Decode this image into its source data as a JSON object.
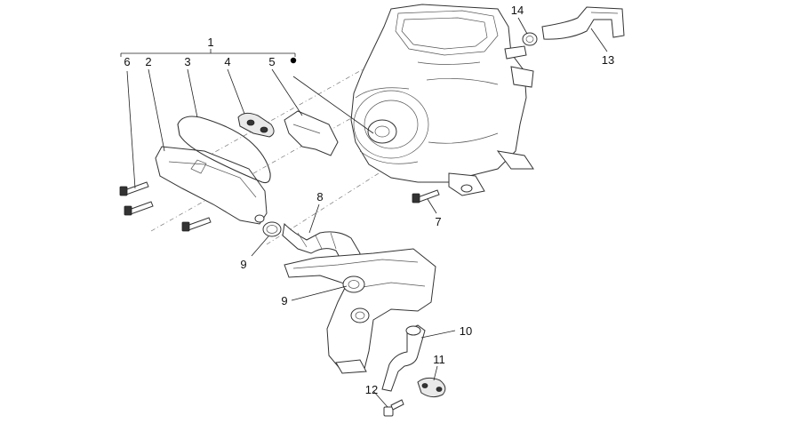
{
  "labels": {
    "l1": "1",
    "l2": "2",
    "l3": "3",
    "l4": "4",
    "l5": "5",
    "l6": "6",
    "l7": "7",
    "l8": "8",
    "l9a": "9",
    "l9b": "9",
    "l10": "10",
    "l11": "11",
    "l12": "12",
    "l13": "13",
    "l14": "14"
  }
}
